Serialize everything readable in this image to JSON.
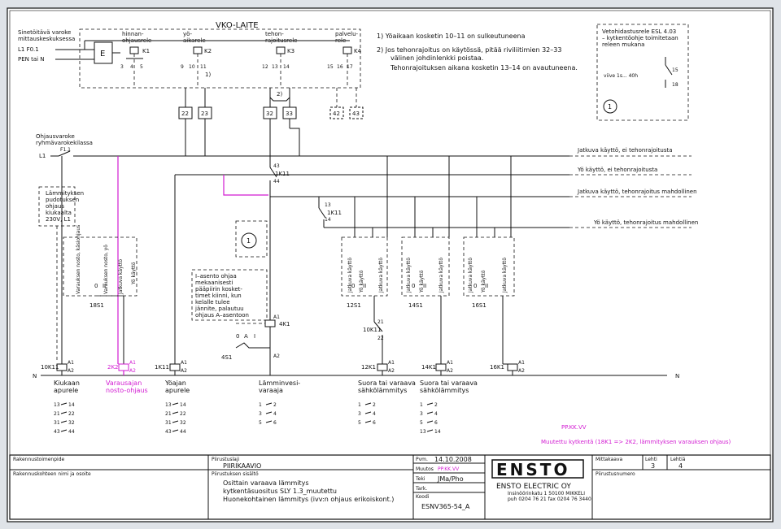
{
  "header": {
    "supply_note": [
      "Sinetöitävä varoke",
      "mittauskeskuksessa"
    ],
    "l1_label": "L1  F0.1",
    "pen_label": "PEN tai N",
    "vko_title": "VKO-LAITE",
    "e_label": "E",
    "relays": [
      {
        "title": [
          "hinnan-",
          "ohjausrele"
        ],
        "name": "K1",
        "terms": [
          "3",
          "4",
          "5"
        ]
      },
      {
        "title": [
          "yö-",
          "aikarele"
        ],
        "name": "K2",
        "terms": [
          "9",
          "10",
          "11"
        ]
      },
      {
        "title": [
          "tehon-",
          "rajoitusrele"
        ],
        "name": "K3",
        "terms": [
          "12",
          "13",
          "14"
        ]
      },
      {
        "title": [
          "palvelu-",
          "rele"
        ],
        "name": "K4",
        "terms": [
          "15",
          "16",
          "17"
        ]
      }
    ],
    "boxes": [
      "22",
      "23",
      "32",
      "33",
      "42",
      "43"
    ],
    "marker1": "1)",
    "marker2": "2)"
  },
  "notes": [
    "1)   Yöaikaan kosketin 10–11 on sulkeutuneena",
    "2)   Jos tehonrajoitus on käytössä, pitää riviliitimien 32–33",
    "välinen johdinlenkki poistaa.",
    "Tehonrajoituksen aikana kosketin 13–14 on avautuneena."
  ],
  "note_box": {
    "lines": [
      "Vetohidastusrele ESL 4.03",
      "– kytkentöohje toimitetaan",
      "releen mukana"
    ],
    "delay": "viive 1s... 40h",
    "t15": "15",
    "t18": "18",
    "circle": "1"
  },
  "circuit": {
    "header": [
      "Ohjausvaroke",
      "ryhmävarokekilassa"
    ],
    "l1": "L1",
    "fuse": "F1.1",
    "rails": [
      "Jatkuva käyttö, ei tehonrajoitusta",
      "Yö käyttö, ei tehonrajoitusta",
      "Jatkuva käyttö, tehonrajoitus mahdollinen",
      "Yö käyttö, tehonrajoitus mahdollinen"
    ],
    "k11a": {
      "name": "1K11",
      "t1": "43",
      "t2": "44"
    },
    "k11b": {
      "name": "1K11",
      "t1": "13",
      "t2": "14"
    },
    "temp_box": [
      "Lämmityksen",
      "pudotuksen",
      "ohjaus",
      "kiukaalta",
      "230V, L1"
    ],
    "sw18_labels": [
      "Varauksen nosto, käsiohjaus",
      "Varauksen nosto, yö"
    ],
    "sw18_right": "Jatkuva käyttö",
    "sw18_right2": "Yö käyttö",
    "sw_positions": [
      "0",
      "II",
      "I"
    ],
    "switches": [
      "18S1",
      "12S1",
      "14S1",
      "16S1"
    ],
    "sw_text_a": "Jatkuva käyttö",
    "sw_text_b": "Yö käyttö",
    "circle_label": "1",
    "info_box": [
      "I–asento ohjaa",
      "mekaanisesti",
      "pääpiirin kosket-",
      "timet kiinni, kun",
      "kelalle tulee",
      "jännite, palautuu",
      "ohjaus A–asentoon"
    ],
    "k4": "4K1",
    "s4": "4S1",
    "s4_pos": [
      "0",
      "A",
      "I"
    ],
    "k10": {
      "name": "10K11",
      "t1": "21",
      "t2": "22"
    },
    "n_label": "N",
    "coils": [
      {
        "name": "10K11",
        "caption": [
          "Kiukaan",
          "apurele"
        ],
        "pink": false
      },
      {
        "name": "2K2",
        "caption": [
          "Varausajan",
          "nosto-ohjaus"
        ],
        "pink": true
      },
      {
        "name": "1K11",
        "caption": [
          "Yöajan",
          "apurele"
        ],
        "pink": false
      },
      {
        "name": "",
        "caption": [
          "Lämminvesi-",
          "varaaja"
        ],
        "pink": false
      },
      {
        "name": "12K1",
        "caption": [
          "Suora tai varaava",
          "sähkölämmitys"
        ],
        "pink": false
      },
      {
        "name": "14K1",
        "caption": [
          "Suora tai varaava",
          "sähkölämmitys"
        ],
        "pink": false
      },
      {
        "name": "16K1",
        "caption": [],
        "pink": false
      }
    ],
    "coil_terms": [
      "A1",
      "A2"
    ],
    "contact_tables": [
      [
        "13",
        "14",
        "21",
        "22",
        "31",
        "32",
        "43",
        "44"
      ],
      [
        "13",
        "14",
        "21",
        "22",
        "31",
        "32",
        "43",
        "44"
      ],
      [
        "1",
        "2",
        "3",
        "4",
        "5",
        "6"
      ],
      [
        "1",
        "2",
        "3",
        "4",
        "5",
        "6"
      ],
      [
        "1",
        "2",
        "3",
        "4",
        "5",
        "6",
        "13",
        "14"
      ]
    ]
  },
  "revision": {
    "mark": "PP.KK.VV",
    "note": "Muutettu kytkentä (18K1 => 2K2, lämmityksen varauksen ohjaus)"
  },
  "title_block": {
    "row1_label": "Rakennustoimenpide",
    "row2_label": "Rakennuskohteen nimi ja osoite",
    "project_label": "Piirustuslaji",
    "project_value": "PIIRIKAAVIO",
    "content_label": "Piirustuksen sisältö",
    "content_lines": [
      "Osittain varaava lämmitys",
      "kytkentäsuositus SLY 1.3_muutettu",
      "Huonekohtainen lämmitys (ivv:n ohjaus erikoiskont.)"
    ],
    "fields": [
      {
        "label": "Pvm.",
        "value": "14.10.2008"
      },
      {
        "label": "Muutos",
        "value": "PP.KK.VV"
      },
      {
        "label": "Teki",
        "value": "JMa/Pho"
      },
      {
        "label": "Tark.",
        "value": ""
      },
      {
        "label": "Koodi",
        "value": "ESNV365-54_A"
      }
    ],
    "logo": "ENSTO",
    "company": "ENSTO ELECTRIC OY",
    "address": [
      "Insinöörinkatu 1   50100 MIKKELI",
      "puh  0204 76 21  fax  0204 76 3440"
    ],
    "scale_label": "Mittakaava",
    "sheet_label": "Lehti",
    "sheets_label": "Lehtiä",
    "sheet": "3",
    "sheets": "4",
    "drawing_no_label": "Piirustusnumero"
  },
  "colors": {
    "paper": "#ffffff",
    "line": "#111111",
    "revision": "#d21bd2",
    "frame": "#dfe3e8"
  },
  "icons": [
    "ensto-logo",
    "coil-symbol",
    "contact-symbol",
    "fuse-symbol"
  ]
}
